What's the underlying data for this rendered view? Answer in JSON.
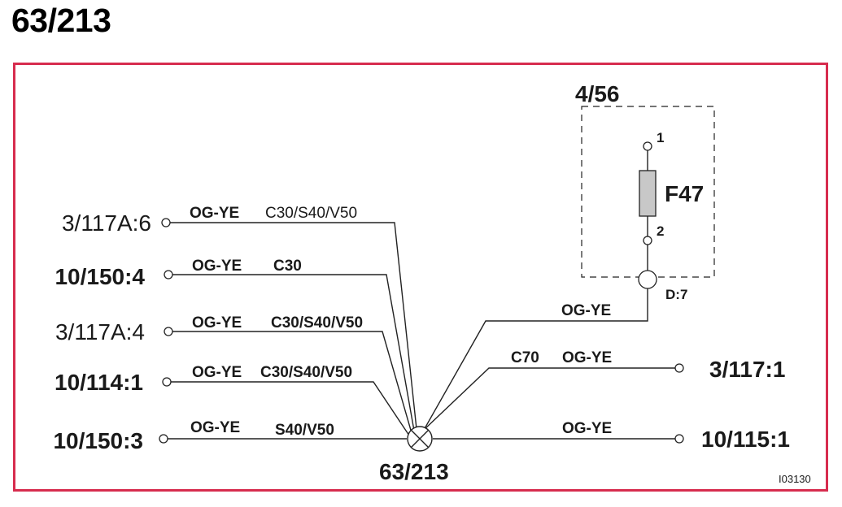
{
  "title": "63/213",
  "colors": {
    "frame": "#d72c4e",
    "fuse_fill": "#c8c8c8"
  },
  "module": {
    "label": "4/56",
    "fuse": "F47",
    "pin_top": "1",
    "pin_bottom": "2",
    "connector": "D:7"
  },
  "splice_label": "63/213",
  "left_connectors": [
    {
      "label": "3/117A:6",
      "color": "OG-YE",
      "variant": "C30/S40/V50"
    },
    {
      "label": "10/150:4",
      "color": "OG-YE",
      "variant": "C30"
    },
    {
      "label": "3/117A:4",
      "color": "OG-YE",
      "variant": "C30/S40/V50"
    },
    {
      "label": "10/114:1",
      "color": "OG-YE",
      "variant": "C30/S40/V50"
    },
    {
      "label": "10/150:3",
      "color": "OG-YE",
      "variant": "S40/V50"
    }
  ],
  "right_connectors": [
    {
      "label": "3/117:1",
      "color": "OG-YE",
      "variant": "C70"
    },
    {
      "label": "10/115:1",
      "color": "OG-YE",
      "variant": ""
    }
  ],
  "module_wire_color": "OG-YE",
  "image_code": "I03130"
}
